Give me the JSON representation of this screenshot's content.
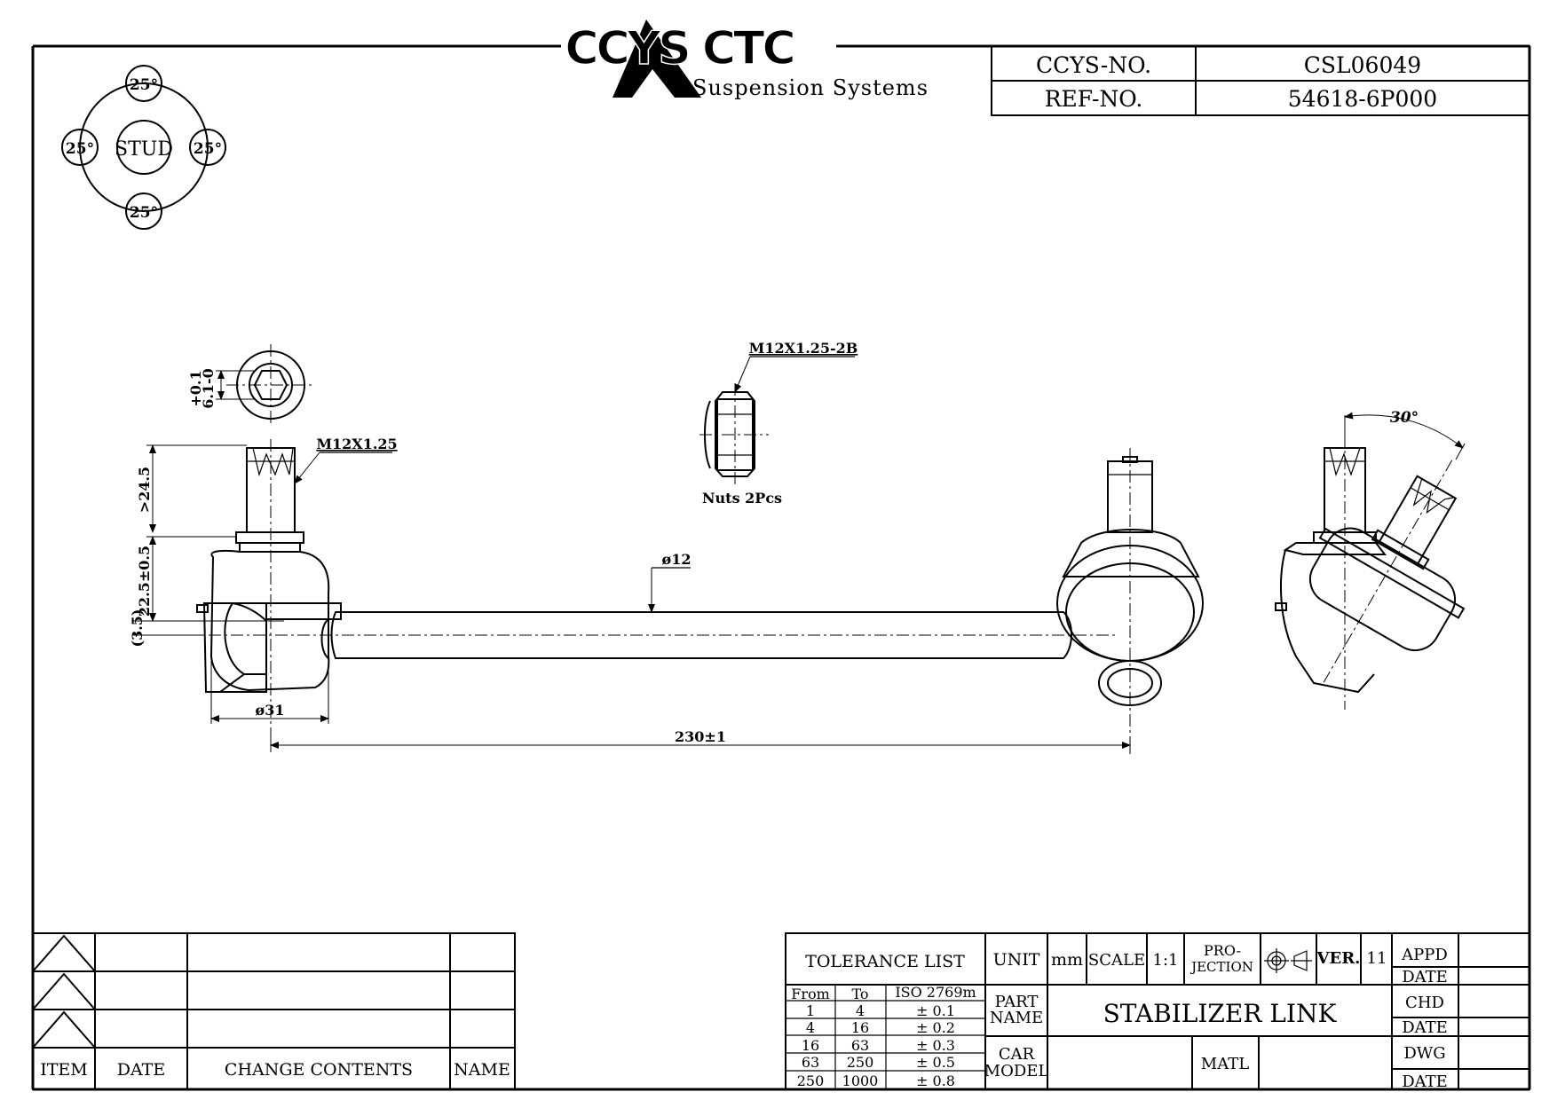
{
  "header": {
    "logo_text": "CCYS CTC",
    "logo_subtitle": "Suspension Systems",
    "ccys_no_label": "CCYS-NO.",
    "ccys_no_value": "CSL06049",
    "ref_no_label": "REF-NO.",
    "ref_no_value": "54618-6P000"
  },
  "stud_diagram": {
    "center": "STUD",
    "top": "25°",
    "left": "25°",
    "right": "25°",
    "bottom": "25°"
  },
  "annotations": {
    "thread_top": "M12X1.25",
    "nut_thread": "M12X1.25-2B",
    "nuts": "Nuts 2Pcs",
    "rod_diameter": "ø12",
    "overall_length": "230±1",
    "ball_diameter": "ø31",
    "stud_length": ">24.5",
    "body_height": "22.5±0.5",
    "offset": "(3.5)",
    "hex_size_main": "6.1-0",
    "hex_size_tol": "+0.1",
    "angle": "30°"
  },
  "tolerance": {
    "title": "TOLERANCE  LIST",
    "headers": [
      "From",
      "To",
      "ISO  2769m"
    ],
    "rows": [
      [
        "1",
        "4",
        "±  0.1"
      ],
      [
        "4",
        "16",
        "±  0.2"
      ],
      [
        "16",
        "63",
        "±  0.3"
      ],
      [
        "63",
        "250",
        "±  0.5"
      ],
      [
        "250",
        "1000",
        "±  0.8"
      ]
    ]
  },
  "title_block": {
    "unit_label": "UNIT",
    "unit_value": "mm",
    "scale_label": "SCALE",
    "scale_value": "1:1",
    "projection_label_1": "PRO-",
    "projection_label_2": "JECTION",
    "ver_label": "VER.",
    "ver_value": "11",
    "part_name_label_1": "PART",
    "part_name_label_2": "NAME",
    "part_name_value": "STABILIZER  LINK",
    "car_model_label_1": "CAR",
    "car_model_label_2": "MODEL",
    "matl_label": "MATL",
    "appd": "APPD",
    "date1": "DATE",
    "chd": "CHD",
    "date2": "DATE",
    "dwg": "DWG",
    "date3": "DATE"
  },
  "revision_table": {
    "headers": [
      "ITEM",
      "DATE",
      "CHANGE  CONTENTS",
      "NAME"
    ]
  }
}
